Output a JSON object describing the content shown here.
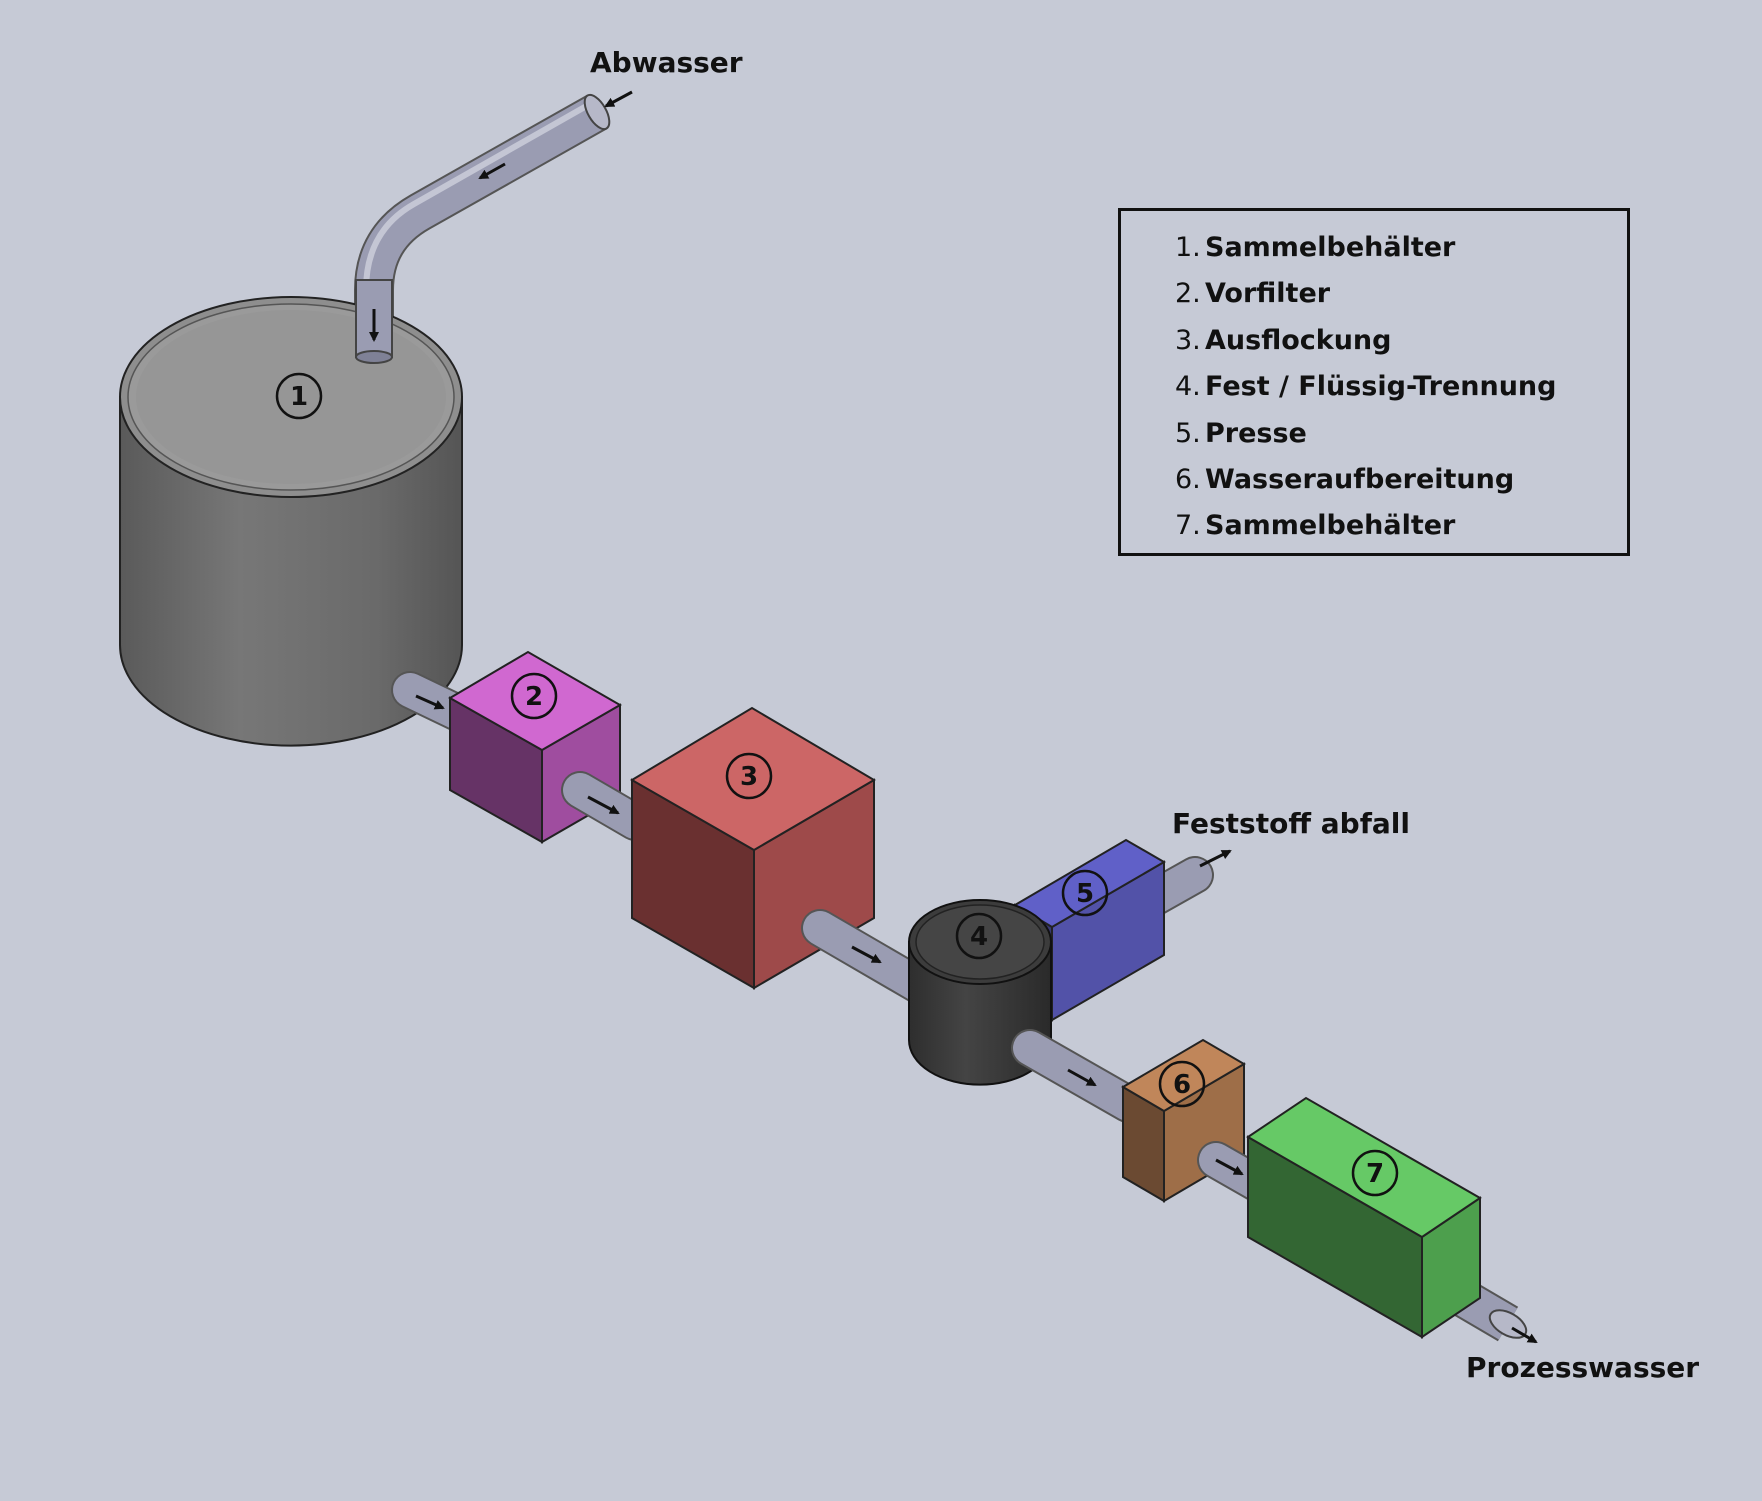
{
  "labels": {
    "input": "Abwasser",
    "solid_output": "Feststoff abfall",
    "water_output": "Prozesswasser"
  },
  "components": [
    {
      "number": "1",
      "name": "Sammelbehälter",
      "color": "#8f8f8f"
    },
    {
      "number": "2",
      "name": "Vorfilter",
      "color": "#c65fc6"
    },
    {
      "number": "3",
      "name": "Ausflockung",
      "color": "#c96363"
    },
    {
      "number": "4",
      "name": "Fest / Flüssig-Trennung",
      "color": "#4a4a4a"
    },
    {
      "number": "5",
      "name": "Presse",
      "color": "#5b5bc4"
    },
    {
      "number": "6",
      "name": "Wasseraufbereitung",
      "color": "#c0865a"
    },
    {
      "number": "7",
      "name": "Sammelbehälter",
      "color": "#66c466"
    }
  ],
  "legend": [
    {
      "index": "1.",
      "label": "Sammelbehälter"
    },
    {
      "index": "2.",
      "label": "Vorfilter"
    },
    {
      "index": "3.",
      "label": "Ausflockung"
    },
    {
      "index": "4.",
      "label": "Fest / Flüssig-Trennung"
    },
    {
      "index": "5.",
      "label": "Presse"
    },
    {
      "index": "6.",
      "label": "Wasseraufbereitung"
    },
    {
      "index": "7.",
      "label": "Sammelbehälter"
    }
  ]
}
